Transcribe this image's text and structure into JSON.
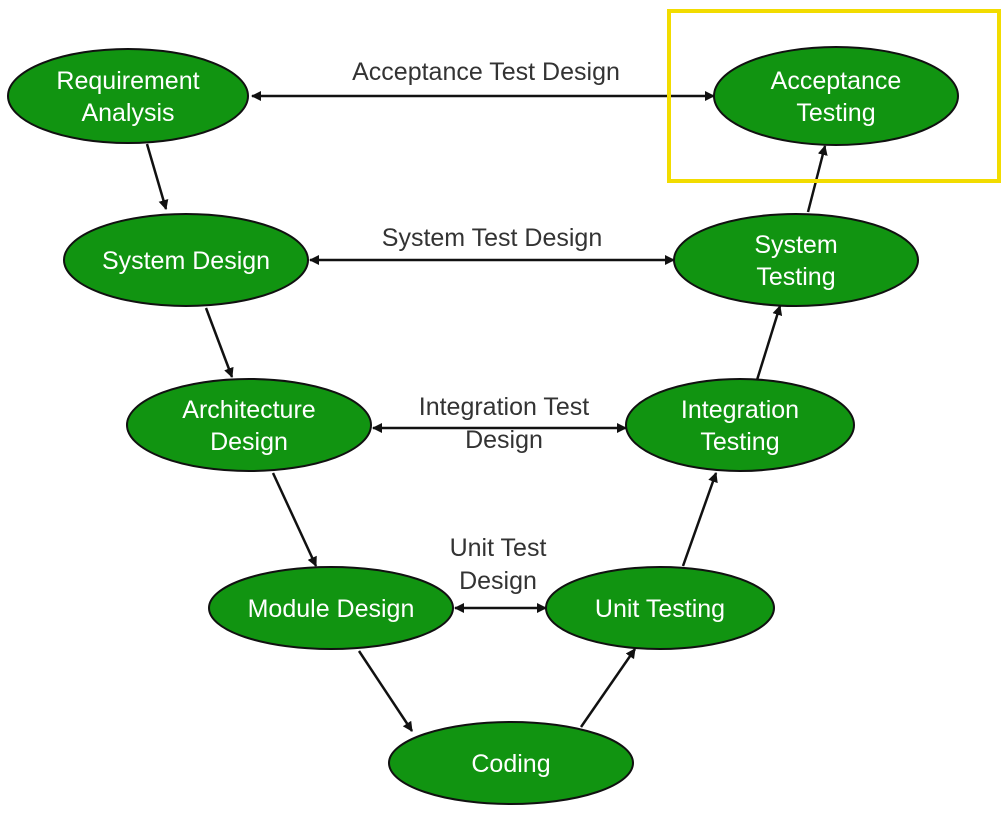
{
  "colors": {
    "node_fill": "#119411",
    "node_stroke": "#111111",
    "node_text": "#ffffff",
    "edge_text": "#333333",
    "arrow": "#111111",
    "highlight": "#f2dc00"
  },
  "nodes": {
    "requirement_analysis": [
      "Requirement",
      "Analysis"
    ],
    "system_design": [
      "System Design"
    ],
    "architecture_design": [
      "Architecture",
      "Design"
    ],
    "module_design": [
      "Module Design"
    ],
    "coding": [
      "Coding"
    ],
    "unit_testing": [
      "Unit Testing"
    ],
    "integration_testing": [
      "Integration",
      "Testing"
    ],
    "system_testing": [
      "System",
      "Testing"
    ],
    "acceptance_testing": [
      "Acceptance",
      "Testing"
    ]
  },
  "edge_labels": {
    "acceptance_test_design": [
      "Acceptance Test Design"
    ],
    "system_test_design": [
      "System Test Design"
    ],
    "integration_test_design": [
      "Integration Test",
      "Design"
    ],
    "unit_test_design": [
      "Unit Test",
      "Design"
    ]
  },
  "highlighted_node": "acceptance_testing"
}
